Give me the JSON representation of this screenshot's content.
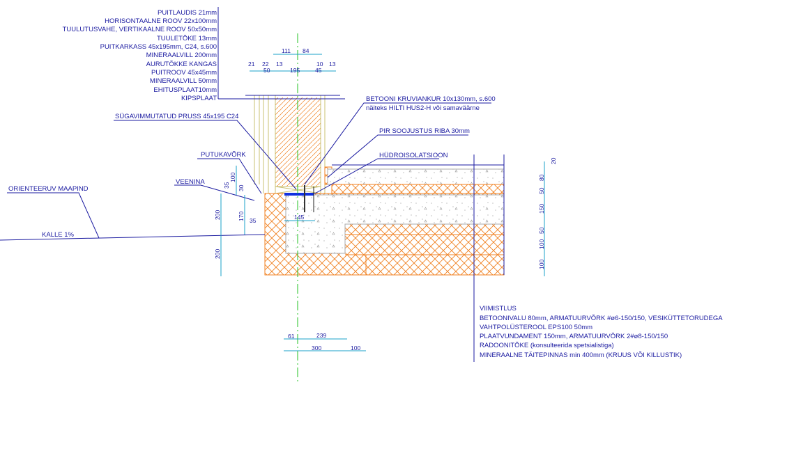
{
  "wall_layers": [
    "PUITLAUDIS 21mm",
    "HORISONTAALNE ROOV 22x100mm",
    "TUULUTUSVAHE, VERTIKAALNE ROOV 50x50mm",
    "TUULETÕKE 13mm",
    "PUITKARKASS 45x195mm, C24, s.600",
    "MINERAALVILL 200mm",
    "AURUTÕKKE KANGAS",
    "PUITROOV 45x45mm",
    "MINERAALVILL 50mm",
    "EHITUSPLAAT10mm",
    "KIPSPLAAT"
  ],
  "labels": {
    "sill": "SÜGAVIMMUTATUD PRUSS 45x195 C24",
    "anchor": "BETOONI KRUVIANKUR 10x130mm, s.600",
    "anchor_note": "näiteks HILTI HUS2-H või samaväärne",
    "pir": "PIR SOOJUSTUS RIBA 30mm",
    "hydro": "HÜDROISOLATSIOON",
    "insect": "PUTUKAVÕRK",
    "drip": "VEENINA",
    "ground": "ORIENTEERUV MAAPIND",
    "slope": "KALLE 1%"
  },
  "floor_layers": [
    "VIIMISTLUS",
    "BETOONIVALU 80mm, ARMATUURVÕRK #ø6-150/150, VESIKÜTTETORUDEGA",
    "VAHTPOLÜSTEROOL EPS100 50mm",
    "PLAATVUNDAMENT 150mm, ARMATUURVÕRK 2#ø8-150/150",
    "RADOONITÕKE (konsulteerida spetsialistiga)",
    "MINERAALNE TÄITEPINNAS min 400mm (KRUUS VÕI KILLUSTIK)"
  ],
  "dims": {
    "top_row1": [
      "111",
      "84"
    ],
    "top_row2_upper": [
      "21",
      "22",
      "13",
      "10",
      "13"
    ],
    "top_row2_lower": [
      "50",
      "195",
      "45"
    ],
    "left": [
      "100",
      "35",
      "30",
      "200",
      "170",
      "200",
      "35"
    ],
    "footing": "145",
    "right": [
      "20",
      "80",
      "50",
      "150",
      "50",
      "100",
      "100"
    ],
    "bottom_row1": [
      "61",
      "239"
    ],
    "bottom_row2": [
      "300",
      "100"
    ]
  },
  "colors": {
    "text": "#1a1aa0",
    "dim": "#1aa0c8",
    "hatch": "#f08020",
    "center": "#20c020"
  }
}
